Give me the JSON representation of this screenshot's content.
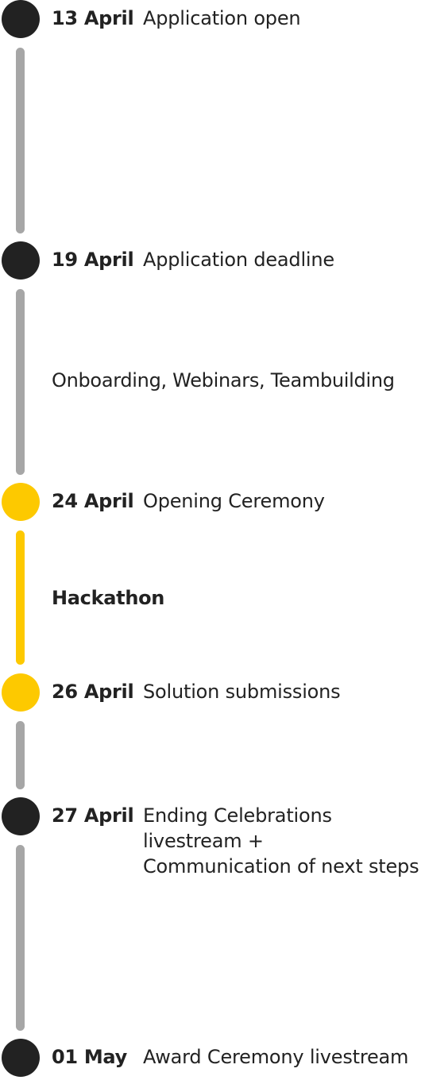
{
  "colors": {
    "dark": "#222222",
    "gray": "#a6a6a6",
    "yellow": "#fdc900",
    "text": "#222222"
  },
  "events": [
    {
      "date": "13 April",
      "label": "Application open",
      "highlight": false
    },
    {
      "date": "19 April",
      "label": "Application deadline",
      "highlight": false
    },
    {
      "date": "24 April",
      "label": "Opening Ceremony",
      "highlight": true
    },
    {
      "date": "26 April",
      "label": "Solution submissions",
      "highlight": true
    },
    {
      "date": "27 April",
      "label_lines": [
        "Ending Celebrations",
        "livestream +",
        "Communication of next steps"
      ],
      "highlight": false
    },
    {
      "date": "01 May",
      "label": "Award Ceremony livestream",
      "highlight": false
    }
  ],
  "phases": [
    {
      "label": "Onboarding, Webinars, Teambuilding",
      "emphasis": false
    },
    {
      "label": "Hackathon",
      "emphasis": true
    }
  ]
}
